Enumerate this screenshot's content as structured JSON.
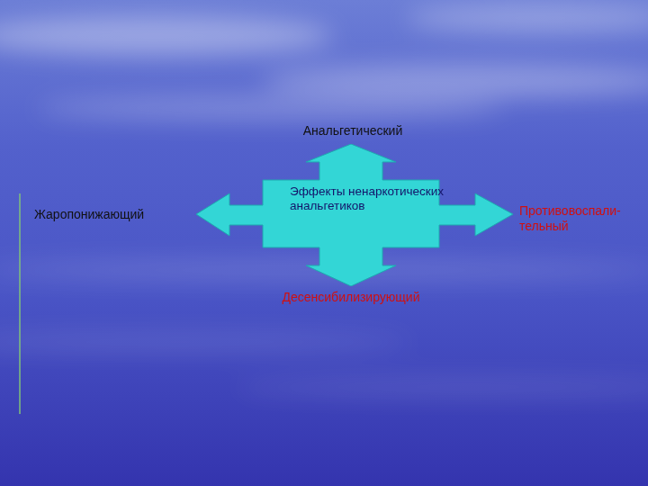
{
  "diagram": {
    "nodes": [
      {
        "text": [
          "Эффекты ненаркотических анальгетиков"
        ]
      }
    ],
    "labels": [
      "Анальгетический",
      "Жаропонижающий",
      "Противовоспали- тельный",
      "Десенсибилизирующий"
    ]
  }
}
